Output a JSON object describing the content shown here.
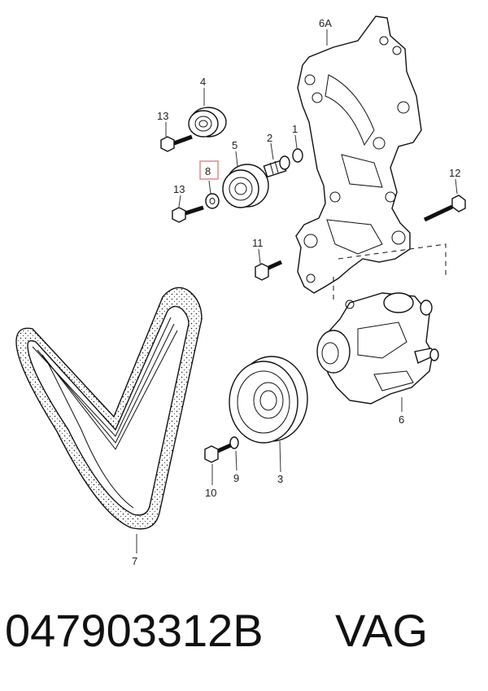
{
  "callouts": {
    "c6a": "6A",
    "c4": "4",
    "c13a": "13",
    "c2": "2",
    "c1": "1",
    "c5": "5",
    "c8": "8",
    "c12": "12",
    "c13b": "13",
    "c11": "11",
    "c6": "6",
    "c10": "10",
    "c9": "9",
    "c3": "3",
    "c7": "7"
  },
  "highlight_color": "#e0898d",
  "footer": {
    "part_number": "047903312B",
    "brand": "VAG"
  }
}
